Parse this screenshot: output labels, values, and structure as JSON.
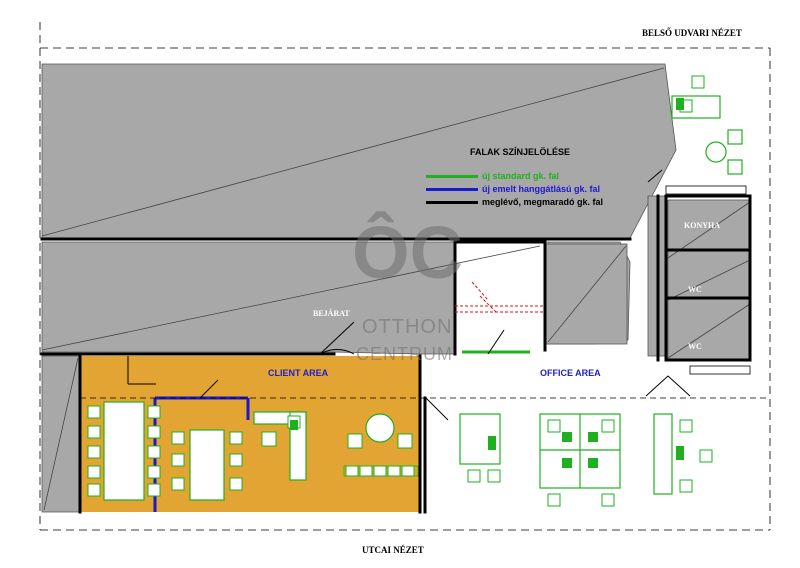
{
  "view_labels": {
    "top": "BELSŐ UDVARI NÉZET",
    "bottom": "UTCAI NÉZET"
  },
  "legend": {
    "title": "FALAK SZÍNJELÖLÉSE",
    "items": [
      {
        "label": "új standard gk. fal",
        "color": "#20b020"
      },
      {
        "label": "új emelt hanggátlású gk. fal",
        "color": "#1a1acc"
      },
      {
        "label": "meglévő, megmaradó gk. fal",
        "color": "#000000"
      }
    ]
  },
  "areas": {
    "client": "CLIENT AREA",
    "office": "OFFICE AREA"
  },
  "rooms": {
    "entrance": "BEJÁRAT",
    "kitchen": "KONYHA",
    "wc1": "WC",
    "wc2": "WC"
  },
  "watermark": {
    "mark": "ÔC",
    "line1": "OTTHON",
    "line2": "CENTRUM"
  },
  "colors": {
    "wall_gray": "#a8a8a8",
    "client_floor": "#e2a432",
    "furniture": "#1fb01f",
    "new_wall_green": "#20b020",
    "new_wall_blue": "#1a1acc",
    "existing_wall": "#000000"
  }
}
